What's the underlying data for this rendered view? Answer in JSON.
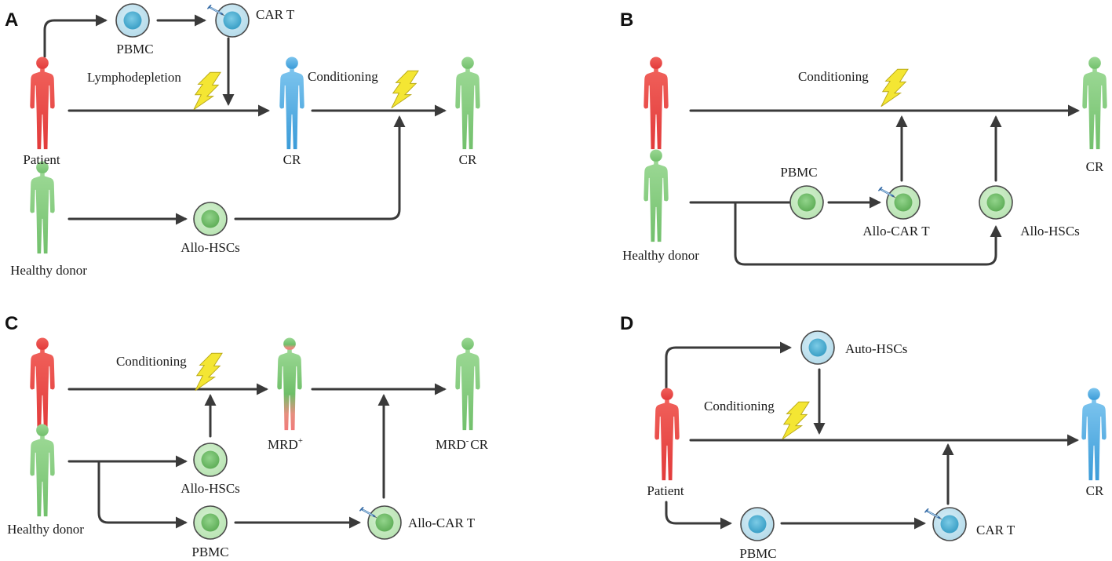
{
  "colors": {
    "patient": "#ee4c4c",
    "donor": "#7fc97a",
    "blue_person": "#4aa8e0",
    "cell_green": "#8fd089",
    "cell_blue": "#5cb9d6",
    "arrow": "#3a3a3a",
    "lightning": "#f4e633"
  },
  "icons": {
    "person": "human-figure-icon",
    "cell": "cell-icon",
    "car_marker": "syringe-icon",
    "lightning": "lightning-icon"
  },
  "panels": {
    "A": {
      "letter": "A",
      "labels": {
        "pbmc": "PBMC",
        "car_t": "CAR T",
        "lymphodepletion": "Lymphodepletion",
        "conditioning": "Conditioning",
        "patient": "Patient",
        "cr_mid": "CR",
        "cr_end": "CR",
        "healthy_donor": "Healthy donor",
        "allo_hscs": "Allo-HSCs"
      }
    },
    "B": {
      "letter": "B",
      "labels": {
        "conditioning": "Conditioning",
        "cr": "CR",
        "pbmc": "PBMC",
        "allo_car_t": "Allo-CAR T",
        "allo_hscs": "Allo-HSCs",
        "healthy_donor": "Healthy donor"
      }
    },
    "C": {
      "letter": "C",
      "labels": {
        "conditioning": "Conditioning",
        "mrd_plus_main": "MRD",
        "mrd_plus_sup": "+",
        "mrd_minus_main": "MRD",
        "mrd_minus_sup": "-",
        "mrd_minus_cr": "CR",
        "allo_hscs": "Allo-HSCs",
        "healthy_donor": "Healthy donor",
        "pbmc": "PBMC",
        "allo_car_t": "Allo-CAR T"
      }
    },
    "D": {
      "letter": "D",
      "labels": {
        "auto_hscs": "Auto-HSCs",
        "conditioning": "Conditioning",
        "patient": "Patient",
        "cr": "CR",
        "pbmc": "PBMC",
        "car_t": "CAR T"
      }
    }
  }
}
